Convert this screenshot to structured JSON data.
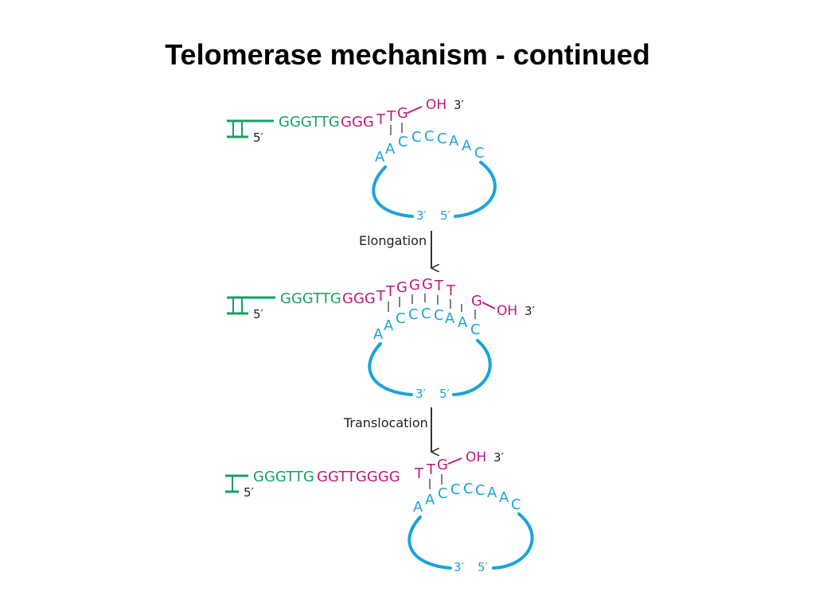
{
  "title": "Telomerase mechanism - continued",
  "colors": {
    "green": "#16a060",
    "magenta": "#c0187e",
    "blue": "#1ba3dc",
    "arrow": "#333333"
  },
  "step_labels": {
    "elongation": "Elongation",
    "translocation": "Translocation"
  },
  "panels": [
    {
      "dna_green": "GGGTTG",
      "dna_magenta": "GGG",
      "five_prime": "5′",
      "hydroxyl": "OH",
      "three_prime": "3′",
      "template_3": "3′",
      "template_5": "5′",
      "pairs_top": [
        "T",
        "T",
        "G"
      ],
      "pairs_bottom": [
        "A",
        "A",
        "C",
        "C",
        "C",
        "C",
        "A",
        "A",
        "C"
      ]
    },
    {
      "dna_green": "GGGTTG",
      "dna_magenta": "GGG",
      "five_prime": "5′",
      "hydroxyl": "OH",
      "three_prime": "3′",
      "template_3": "3′",
      "template_5": "5′",
      "pairs_top": [
        "T",
        "T",
        "G",
        "G",
        "G",
        "T",
        "T",
        "G"
      ],
      "pairs_bottom": [
        "A",
        "A",
        "C",
        "C",
        "C",
        "C",
        "A",
        "A",
        "C"
      ]
    },
    {
      "dna_green": "GGGTTG",
      "dna_magenta": "GGTTGGGG",
      "five_prime": "5′",
      "hydroxyl": "OH",
      "three_prime": "3′",
      "template_3": "3′",
      "template_5": "5′",
      "pairs_top": [
        "T",
        "T",
        "G"
      ],
      "pairs_bottom": [
        "A",
        "A",
        "C",
        "C",
        "C",
        "C",
        "A",
        "A",
        "C"
      ]
    }
  ]
}
